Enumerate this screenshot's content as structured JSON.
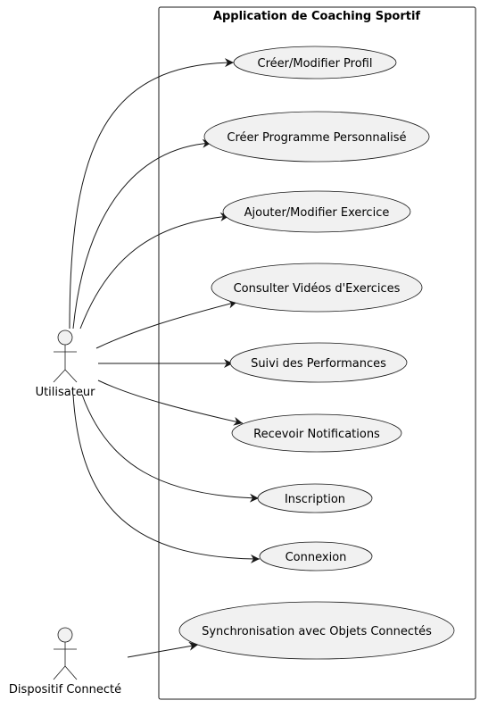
{
  "system": {
    "title": "Application de Coaching Sportif"
  },
  "actors": [
    {
      "id": "user",
      "label": "Utilisateur"
    },
    {
      "id": "device",
      "label": "Dispositif Connecté"
    }
  ],
  "use_cases": [
    {
      "id": "uc1",
      "label": "Créer/Modifier Profil"
    },
    {
      "id": "uc2",
      "label": "Créer Programme Personnalisé"
    },
    {
      "id": "uc3",
      "label": "Ajouter/Modifier Exercice"
    },
    {
      "id": "uc4",
      "label": "Consulter Vidéos d'Exercices"
    },
    {
      "id": "uc5",
      "label": "Suivi des Performances"
    },
    {
      "id": "uc6",
      "label": "Recevoir Notifications"
    },
    {
      "id": "uc7",
      "label": "Inscription"
    },
    {
      "id": "uc8",
      "label": "Connexion"
    },
    {
      "id": "uc9",
      "label": "Synchronisation avec Objets Connectés"
    }
  ],
  "associations": [
    {
      "from": "user",
      "to": "uc1"
    },
    {
      "from": "user",
      "to": "uc2"
    },
    {
      "from": "user",
      "to": "uc3"
    },
    {
      "from": "user",
      "to": "uc4"
    },
    {
      "from": "user",
      "to": "uc5"
    },
    {
      "from": "user",
      "to": "uc6"
    },
    {
      "from": "user",
      "to": "uc7"
    },
    {
      "from": "user",
      "to": "uc8"
    },
    {
      "from": "device",
      "to": "uc9"
    }
  ]
}
